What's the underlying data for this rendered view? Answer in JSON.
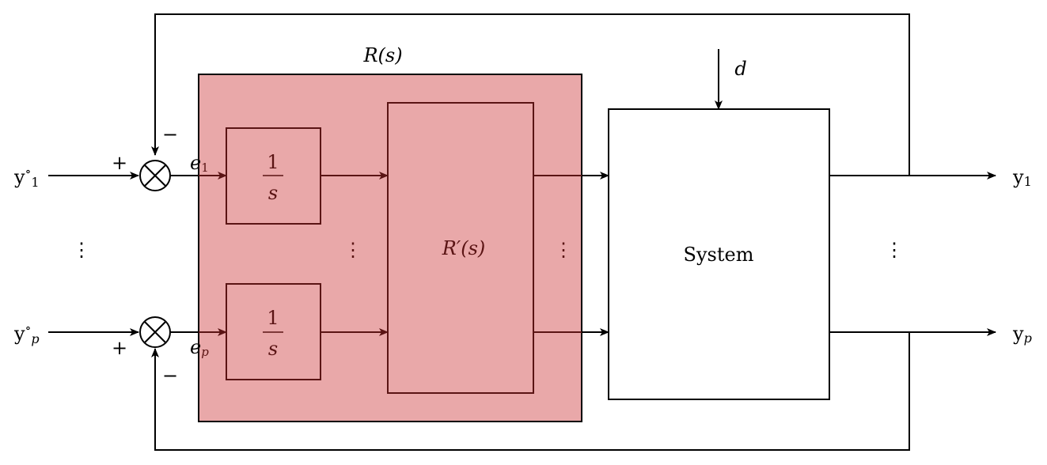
{
  "title": "Block diagram of controller R(s) with integrators and MIMO system",
  "colors": {
    "controller_fill": "#e9a8a9",
    "controller_stroke": "#5a1414",
    "line": "#000000"
  },
  "controller": {
    "label": "R(s)",
    "integrator_top": {
      "num": "1",
      "den": "s"
    },
    "integrator_bottom": {
      "num": "1",
      "den": "s"
    },
    "inner_block": "R′(s)",
    "dots": "⋮"
  },
  "system": {
    "label": "System",
    "disturbance": "d"
  },
  "inputs": {
    "top": {
      "base": "y",
      "sup": "∘",
      "sub": "1",
      "plus": "+",
      "minus": "−",
      "error": "e",
      "error_sub": "1"
    },
    "bottom": {
      "base": "y",
      "sup": "∘",
      "sub": "p",
      "plus": "+",
      "minus": "−",
      "error": "e",
      "error_sub": "p"
    },
    "dots": "⋮"
  },
  "outputs": {
    "top": {
      "base": "y",
      "sub": "1"
    },
    "bottom": {
      "base": "y",
      "sub": "p"
    },
    "dots": "⋮"
  }
}
